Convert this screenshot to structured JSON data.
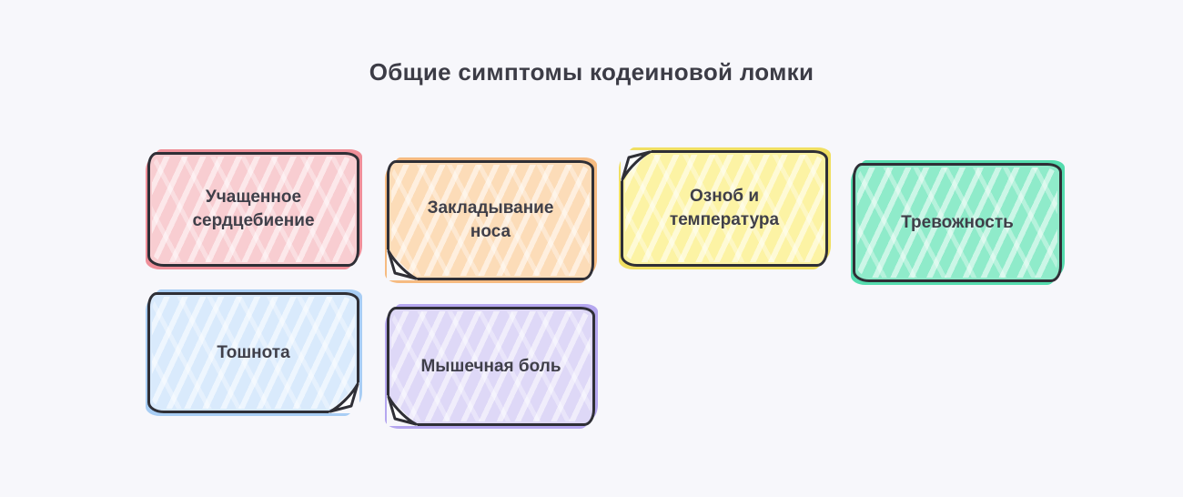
{
  "title": "Общие симптомы кодеиновой ломки",
  "cards": [
    {
      "label": "Учащенное сердцебиение",
      "fill": "#f8cdd1",
      "accent": "#ef8f99"
    },
    {
      "label": "Закладывание носа",
      "fill": "#fcdcb8",
      "accent": "#f6bb81"
    },
    {
      "label": "Озноб и температура",
      "fill": "#fcf3a4",
      "accent": "#f0df62"
    },
    {
      "label": "Тревожность",
      "fill": "#8febca",
      "accent": "#54dcae"
    },
    {
      "label": "Тошнота",
      "fill": "#d9eafc",
      "accent": "#a8cdf4"
    },
    {
      "label": "Мышечная боль",
      "fill": "#ded8f7",
      "accent": "#b5a7ef"
    }
  ]
}
